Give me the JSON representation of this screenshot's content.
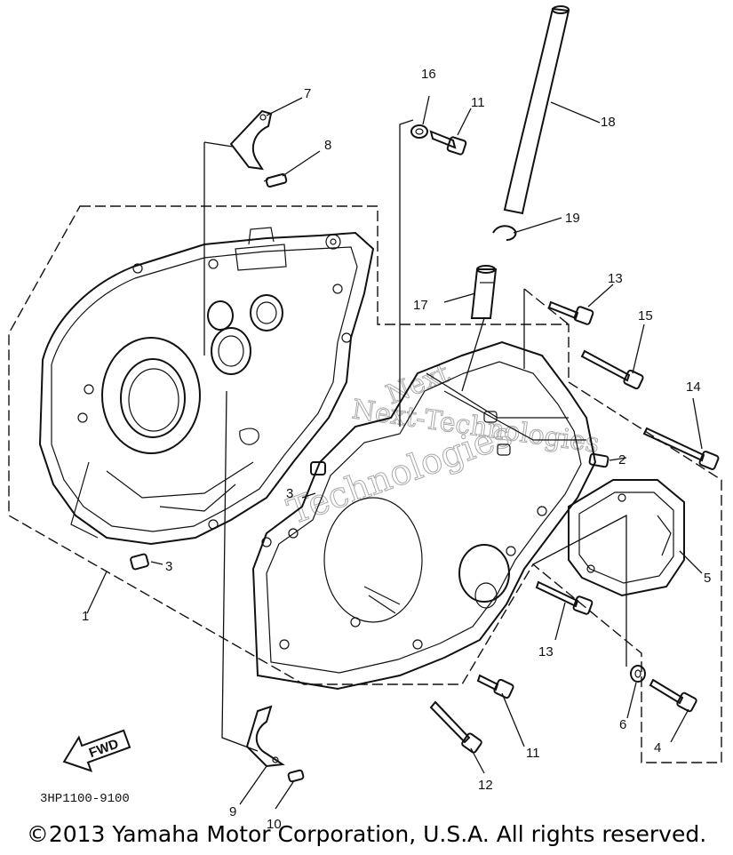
{
  "diagram": {
    "callouts": [
      {
        "id": "c1",
        "label": "1"
      },
      {
        "id": "c2",
        "label": "2"
      },
      {
        "id": "c3a",
        "label": "3"
      },
      {
        "id": "c3b",
        "label": "3"
      },
      {
        "id": "c4",
        "label": "4"
      },
      {
        "id": "c5",
        "label": "5"
      },
      {
        "id": "c6",
        "label": "6"
      },
      {
        "id": "c7",
        "label": "7"
      },
      {
        "id": "c8",
        "label": "8"
      },
      {
        "id": "c9",
        "label": "9"
      },
      {
        "id": "c10",
        "label": "10"
      },
      {
        "id": "c11a",
        "label": "11"
      },
      {
        "id": "c11b",
        "label": "11"
      },
      {
        "id": "c12",
        "label": "12"
      },
      {
        "id": "c13a",
        "label": "13"
      },
      {
        "id": "c13b",
        "label": "13"
      },
      {
        "id": "c14",
        "label": "14"
      },
      {
        "id": "c15",
        "label": "15"
      },
      {
        "id": "c16",
        "label": "16"
      },
      {
        "id": "c17",
        "label": "17"
      },
      {
        "id": "c18",
        "label": "18"
      },
      {
        "id": "c19",
        "label": "19"
      }
    ],
    "part_code": "3HP1100-9100",
    "fwd_label": "FWD",
    "watermark": {
      "line1": "Next",
      "line2": "Next-Technologies",
      "line3": "Technologies"
    }
  },
  "footer": {
    "copyright": "©2013 Yamaha Motor Corporation, U.S.A. All rights reserved."
  }
}
